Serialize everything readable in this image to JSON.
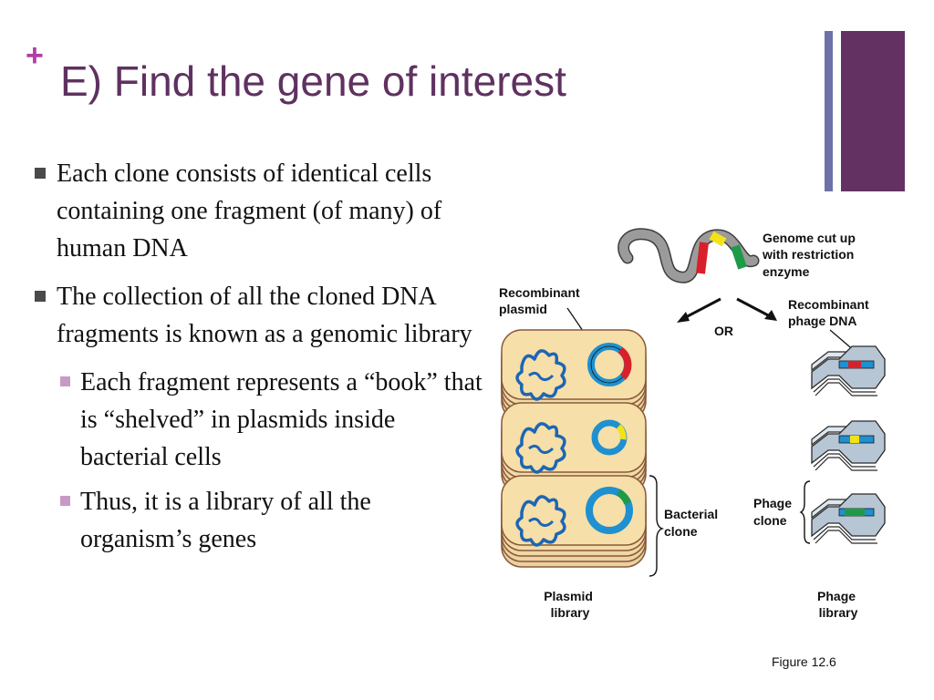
{
  "slide": {
    "marker": "+",
    "title": "E) Find the gene of interest",
    "bullets": [
      {
        "level": 1,
        "text": " Each clone consists of identical cells containing one fragment (of many) of human DNA"
      },
      {
        "level": 1,
        "text": "The collection of all the cloned DNA fragments is known as a genomic library"
      },
      {
        "level": 2,
        "text": "Each fragment represents a “book” that is “shelved” in plasmids inside bacterial cells"
      },
      {
        "level": 2,
        "text": "Thus, it is a library of all the organism’s genes"
      }
    ],
    "figure_caption": "Figure 12.6"
  },
  "diagram": {
    "labels": {
      "genome_l1": "Genome cut up",
      "genome_l2": "with restriction",
      "genome_l3": "enzyme",
      "recombinant_plasmid_l1": "Recombinant",
      "recombinant_plasmid_l2": "plasmid",
      "recombinant_phage_l1": "Recombinant",
      "recombinant_phage_l2": "phage DNA",
      "or": "OR",
      "bacterial_clone_l1": "Bacterial",
      "bacterial_clone_l2": "clone",
      "phage_clone_l1": "Phage",
      "phage_clone_l2": "clone",
      "plasmid_library_l1": "Plasmid",
      "plasmid_library_l2": "library",
      "phage_library_l1": "Phage",
      "phage_library_l2": "library"
    },
    "colors": {
      "fragment_red": "#d8202a",
      "fragment_yellow": "#f2e21a",
      "fragment_green": "#1f9a48",
      "plasmid_blue": "#1f90d0",
      "bacterial_dna": "#1c66b4",
      "cell_fill": "#f6dfa8",
      "cell_stroke": "#8a5a3a",
      "phage_body": "#b7c6d4",
      "genome_gray": "#9b9b9b"
    }
  }
}
